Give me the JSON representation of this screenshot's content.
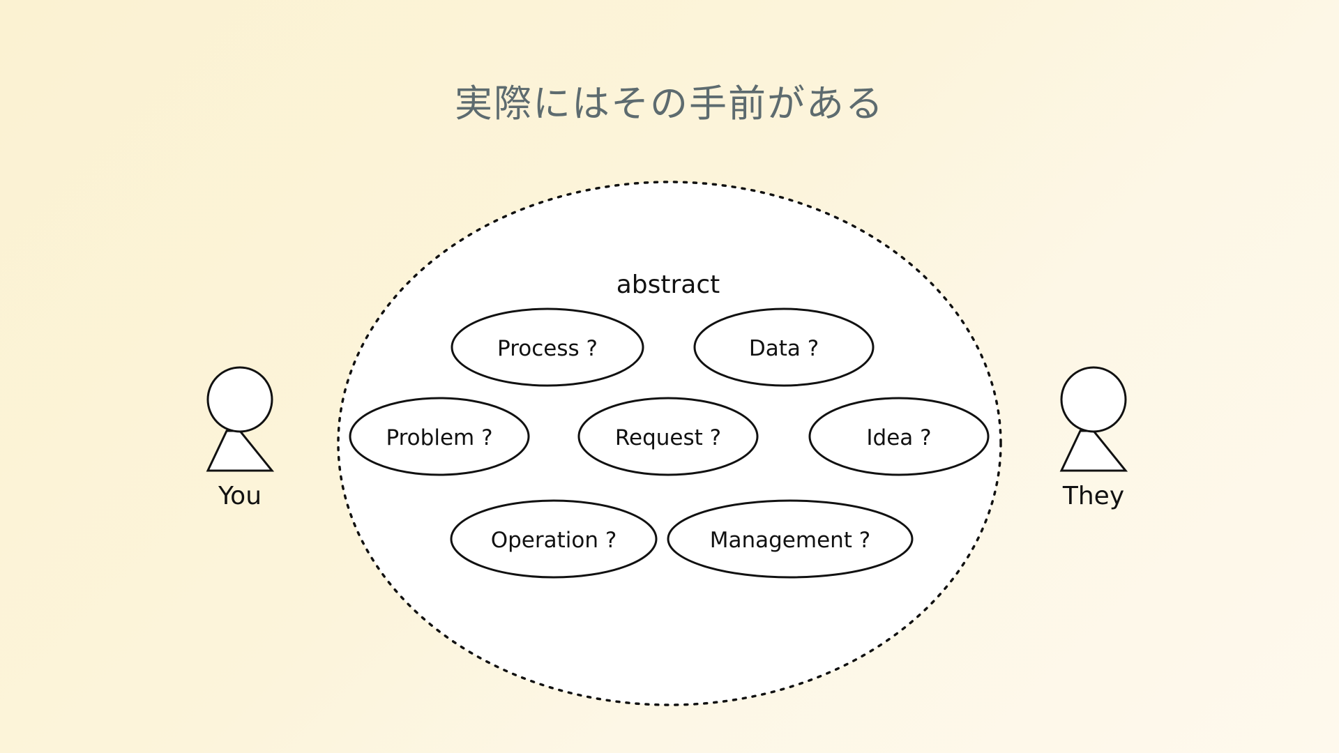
{
  "title": "実際にはその手前がある",
  "group": {
    "label": "abstract",
    "bubbles": [
      {
        "id": "process",
        "label": "Process ?"
      },
      {
        "id": "data",
        "label": "Data ?"
      },
      {
        "id": "problem",
        "label": "Problem ?"
      },
      {
        "id": "request",
        "label": "Request ?"
      },
      {
        "id": "idea",
        "label": "Idea ?"
      },
      {
        "id": "operation",
        "label": "Operation ?"
      },
      {
        "id": "management",
        "label": "Management ?"
      }
    ]
  },
  "actors": {
    "left": {
      "label": "You"
    },
    "right": {
      "label": "They"
    }
  }
}
